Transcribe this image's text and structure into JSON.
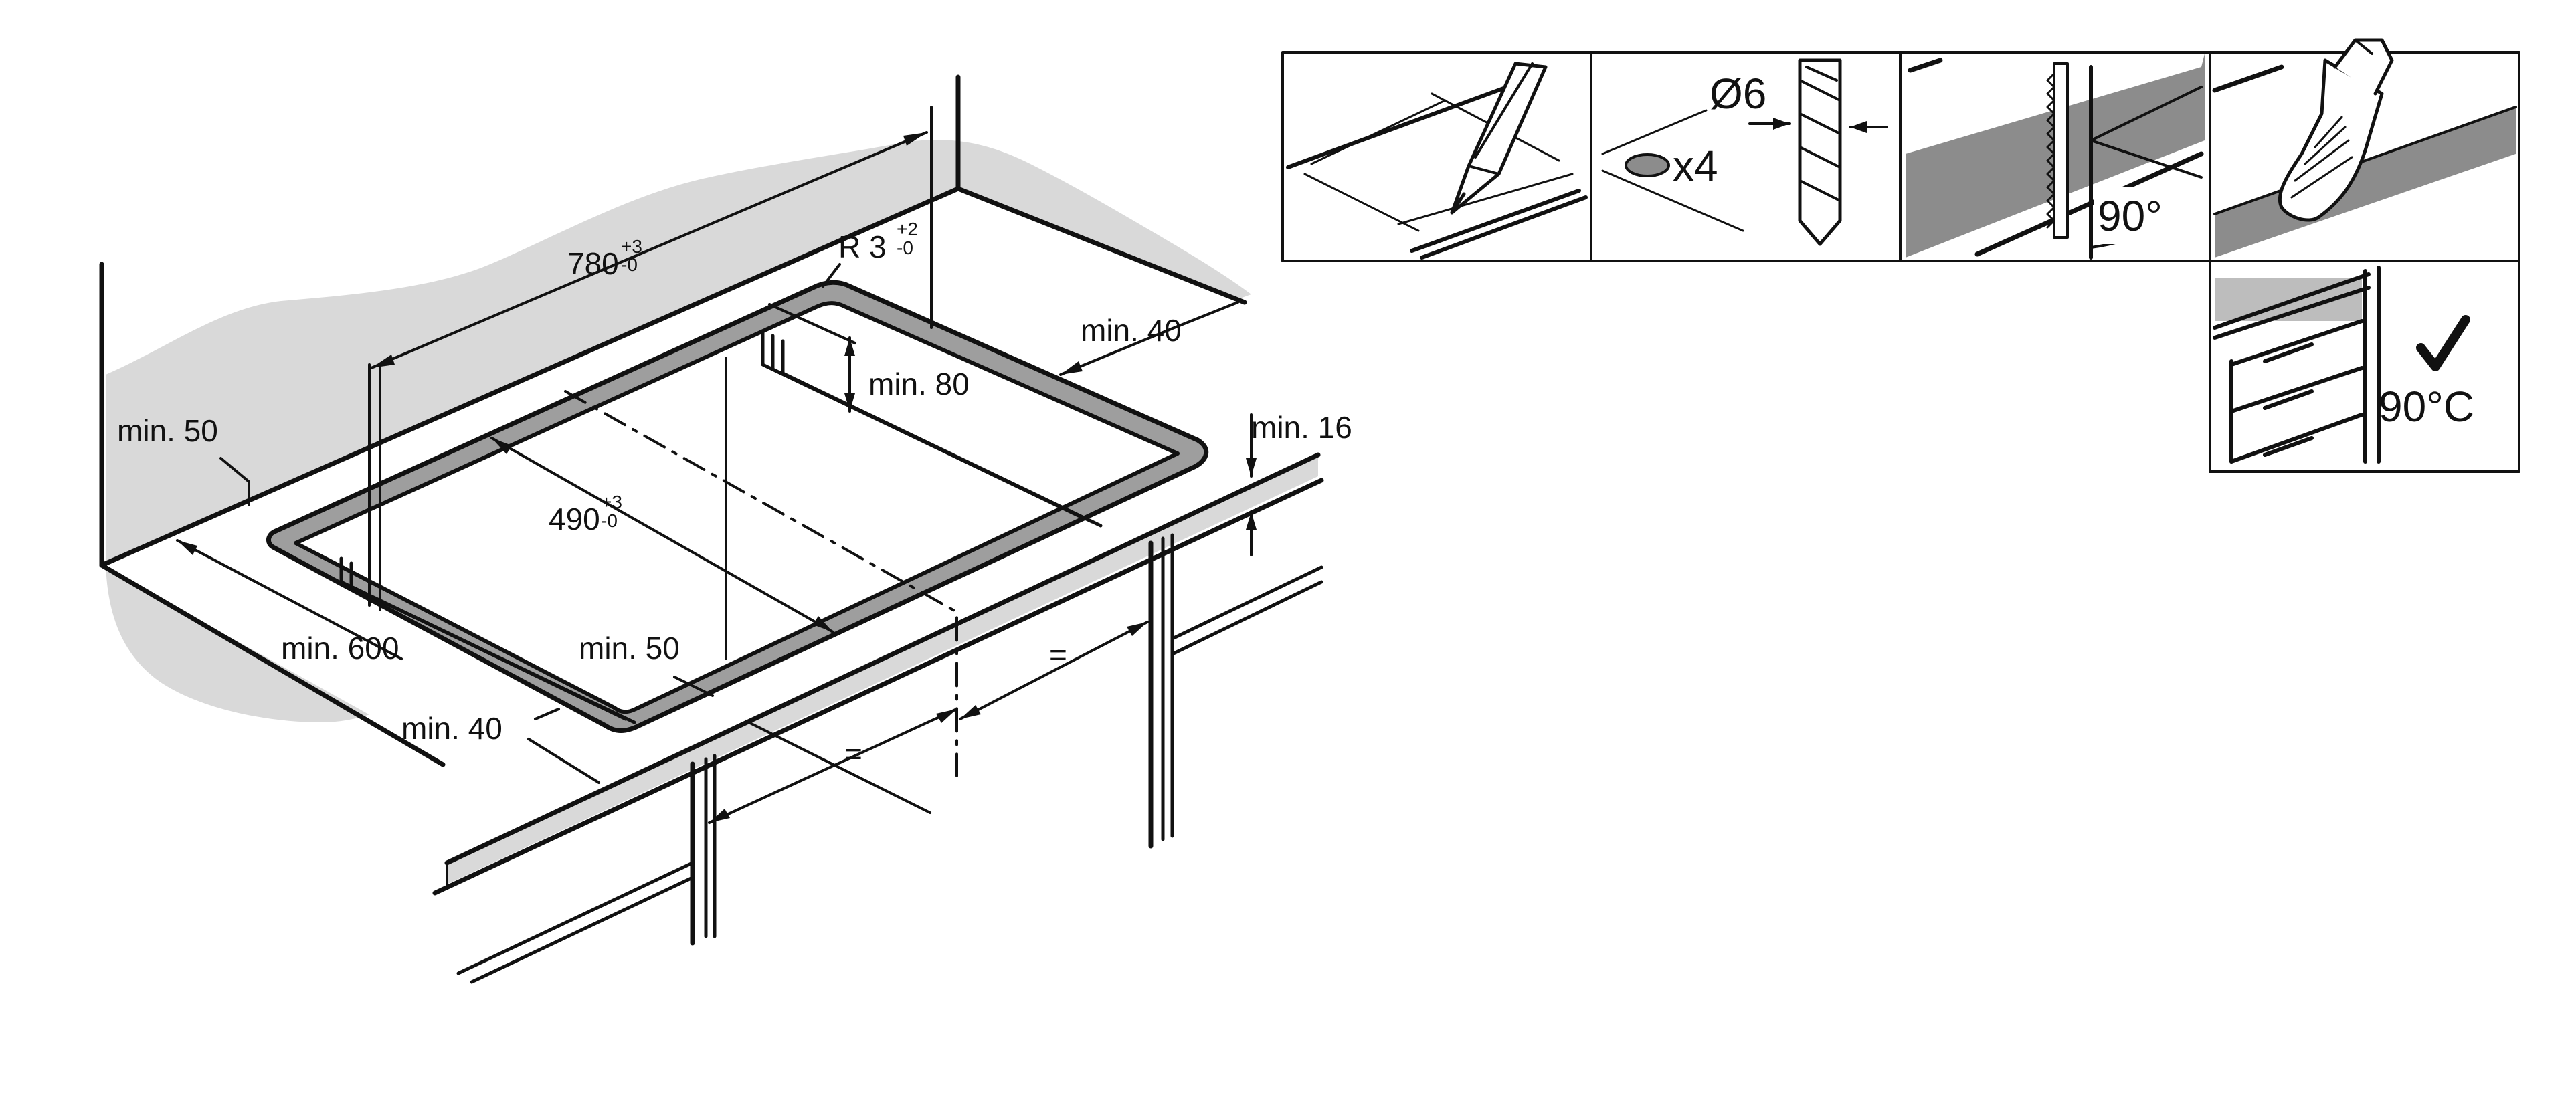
{
  "diagram": {
    "dims": {
      "width_label": "780",
      "width_tol_plus": "+3",
      "width_tol_minus": "-0",
      "radius_label": "R 3",
      "radius_tol_plus": "+2",
      "radius_tol_minus": "-0",
      "depth_label": "490",
      "depth_tol_plus": "+3",
      "depth_tol_minus": "-0",
      "min_40_back": "min. 40",
      "min_80": "min. 80",
      "min_50_left": "min. 50",
      "min_16": "min. 16",
      "min_600": "min. 600",
      "min_50_front": "min. 50",
      "min_40_front": "min. 40",
      "equal_right": "=",
      "equal_left": "="
    },
    "steps": {
      "drill_size": "Ø6",
      "drill_count": "x4",
      "saw_angle": "90°",
      "temp": "90°C"
    },
    "colors": {
      "line": "#111111",
      "wall": "#d9d9d9",
      "cut": "#9e9e9e",
      "dark": "#8c8c8c"
    }
  }
}
